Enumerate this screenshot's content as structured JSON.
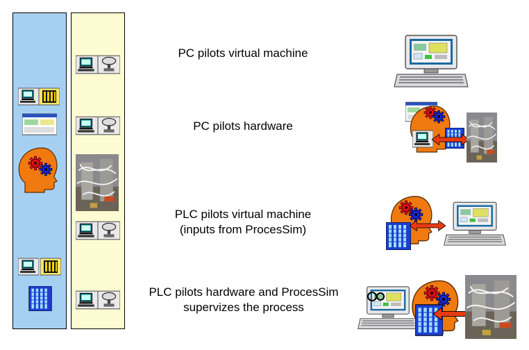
{
  "scenarios": [
    {
      "id": "pc-virtual",
      "lines": [
        "PC pilots virtual machine"
      ]
    },
    {
      "id": "pc-hardware",
      "lines": [
        "PC pilots hardware"
      ]
    },
    {
      "id": "plc-virtual",
      "lines": [
        "PLC pilots virtual machine",
        "(inputs from ProcesSim)"
      ]
    },
    {
      "id": "plc-hardware",
      "lines": [
        "PLC pilots hardware and ProcesSim",
        "supervizes the process"
      ]
    }
  ],
  "colors": {
    "blue_column": "#a6d0f2",
    "yellow_column": "#fdfbd2",
    "head_orange": "#f07a10",
    "arrow_red": "#e83a10",
    "plc_blue": "#1c3fd0"
  }
}
